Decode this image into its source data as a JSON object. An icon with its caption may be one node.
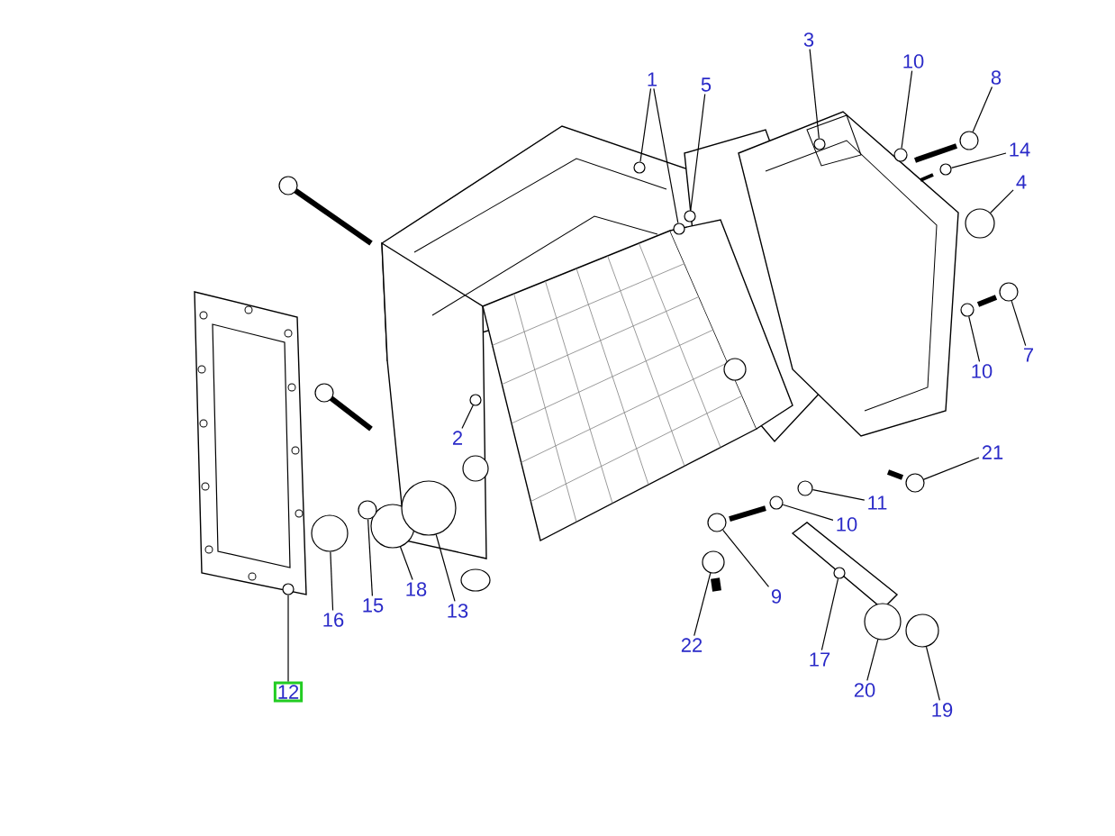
{
  "diagram": {
    "nodes": [
      {
        "text": [
          "3"
        ]
      },
      {
        "text": [
          "10"
        ]
      },
      {
        "text": [
          "8"
        ]
      },
      {
        "text": [
          "1"
        ]
      },
      {
        "text": [
          "5"
        ]
      },
      {
        "text": [
          "14"
        ]
      },
      {
        "text": [
          "4"
        ]
      },
      {
        "text": [
          "7"
        ]
      },
      {
        "text": [
          "10"
        ]
      },
      {
        "text": [
          "2"
        ]
      },
      {
        "text": [
          "21"
        ]
      },
      {
        "text": [
          "11"
        ]
      },
      {
        "text": [
          "10"
        ]
      },
      {
        "text": [
          "18"
        ]
      },
      {
        "text": [
          "9"
        ]
      },
      {
        "text": [
          "15"
        ]
      },
      {
        "text": [
          "13"
        ]
      },
      {
        "text": [
          "16"
        ]
      },
      {
        "text": [
          "22"
        ]
      },
      {
        "text": [
          "17"
        ]
      },
      {
        "text": [
          "20"
        ]
      },
      {
        "text": [
          "12"
        ]
      },
      {
        "text": [
          "19"
        ]
      },
      {
        "text": [],
        "shape": "circle"
      },
      {
        "text": [],
        "shape": "circle"
      },
      {
        "text": [],
        "shape": "circle"
      },
      {
        "text": [],
        "shape": "circle"
      },
      {
        "text": [],
        "shape": "circle"
      },
      {
        "text": [],
        "shape": "circle"
      },
      {
        "text": [],
        "shape": "circle"
      },
      {
        "text": [],
        "shape": "circle"
      },
      {
        "text": [],
        "shape": "circle"
      },
      {
        "text": [],
        "shape": "circle"
      },
      {
        "text": [],
        "shape": "circle"
      },
      {
        "text": [],
        "shape": "circle"
      },
      {
        "text": [],
        "shape": "circle"
      },
      {
        "text": [],
        "shape": "circle"
      },
      {
        "text": [],
        "shape": "circle"
      },
      {
        "text": [],
        "shape": "circle"
      },
      {
        "text": [],
        "shape": "circle"
      },
      {
        "text": [],
        "shape": "circle"
      },
      {
        "text": [],
        "shape": "circle"
      },
      {
        "text": [],
        "shape": "circle"
      },
      {
        "text": [],
        "shape": "circle"
      },
      {
        "text": [],
        "shape": "circle"
      },
      {
        "text": [],
        "shape": "circle"
      },
      {
        "text": [],
        "shape": "circle"
      }
    ],
    "edges": [
      {
        "from": 0,
        "to": 23,
        "arrow": "none"
      },
      {
        "from": 1,
        "to": 24,
        "arrow": "none"
      },
      {
        "from": 2,
        "to": 25,
        "arrow": "none"
      },
      {
        "from": 3,
        "to": 26,
        "arrow": "none"
      },
      {
        "from": 3,
        "to": 27,
        "arrow": "none"
      },
      {
        "from": 4,
        "to": 28,
        "arrow": "none"
      },
      {
        "from": 5,
        "to": 29,
        "arrow": "none"
      },
      {
        "from": 6,
        "to": 30,
        "arrow": "none"
      },
      {
        "from": 7,
        "to": 31,
        "arrow": "none"
      },
      {
        "from": 8,
        "to": 32,
        "arrow": "none"
      },
      {
        "from": 9,
        "to": 33,
        "arrow": "none"
      },
      {
        "from": 10,
        "to": 34,
        "arrow": "none"
      },
      {
        "from": 11,
        "to": 35,
        "arrow": "none"
      },
      {
        "from": 12,
        "to": 36,
        "arrow": "none"
      },
      {
        "from": 13,
        "to": 37,
        "arrow": "none"
      },
      {
        "from": 14,
        "to": 38,
        "arrow": "none"
      },
      {
        "from": 15,
        "to": 39,
        "arrow": "none"
      },
      {
        "from": 16,
        "to": 40,
        "arrow": "none"
      },
      {
        "from": 17,
        "to": 41,
        "arrow": "none"
      },
      {
        "from": 18,
        "to": 42,
        "arrow": "none"
      },
      {
        "from": 19,
        "to": 43,
        "arrow": "none"
      },
      {
        "from": 20,
        "to": 44,
        "arrow": "none"
      },
      {
        "from": 21,
        "to": 45,
        "arrow": "none"
      },
      {
        "from": 22,
        "to": 46,
        "arrow": "none"
      }
    ]
  }
}
